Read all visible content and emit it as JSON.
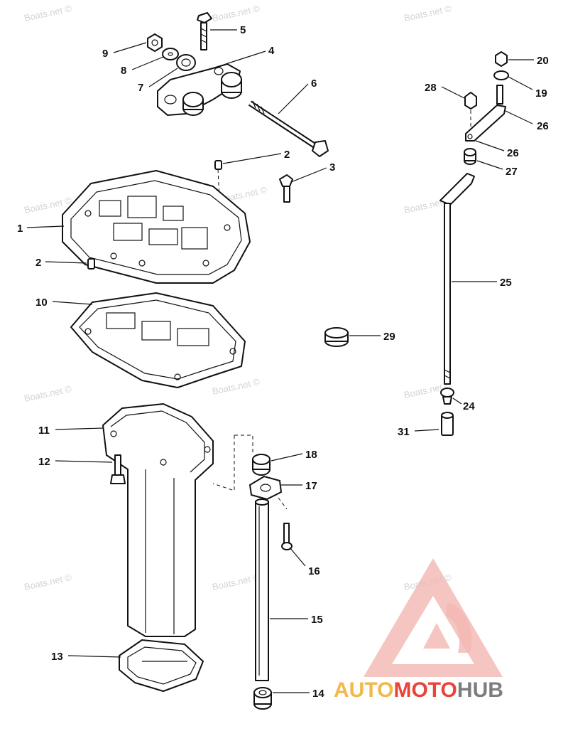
{
  "watermark": "Boats.net ©",
  "logo": {
    "part1": "AUTO",
    "part2": "MOTO",
    "part3": "HUB",
    "color1": "#f2b84b",
    "color2": "#e8443a",
    "color3": "#7d7d7d"
  },
  "callouts": [
    {
      "id": "c5",
      "label": "5"
    },
    {
      "id": "c9",
      "label": "9"
    },
    {
      "id": "c4",
      "label": "4"
    },
    {
      "id": "c8",
      "label": "8"
    },
    {
      "id": "c7",
      "label": "7"
    },
    {
      "id": "c6",
      "label": "6"
    },
    {
      "id": "c2a",
      "label": "2"
    },
    {
      "id": "c3",
      "label": "3"
    },
    {
      "id": "c1",
      "label": "1"
    },
    {
      "id": "c2b",
      "label": "2"
    },
    {
      "id": "c10",
      "label": "10"
    },
    {
      "id": "c11",
      "label": "11"
    },
    {
      "id": "c12",
      "label": "12"
    },
    {
      "id": "c13",
      "label": "13"
    },
    {
      "id": "c14",
      "label": "14"
    },
    {
      "id": "c15",
      "label": "15"
    },
    {
      "id": "c16",
      "label": "16"
    },
    {
      "id": "c17",
      "label": "17"
    },
    {
      "id": "c18",
      "label": "18"
    },
    {
      "id": "c20",
      "label": "20"
    },
    {
      "id": "c19",
      "label": "19"
    },
    {
      "id": "c28",
      "label": "28"
    },
    {
      "id": "c26a",
      "label": "26"
    },
    {
      "id": "c26b",
      "label": "26"
    },
    {
      "id": "c27",
      "label": "27"
    },
    {
      "id": "c25",
      "label": "25"
    },
    {
      "id": "c29",
      "label": "29"
    },
    {
      "id": "c24",
      "label": "24"
    },
    {
      "id": "c31",
      "label": "31"
    }
  ]
}
